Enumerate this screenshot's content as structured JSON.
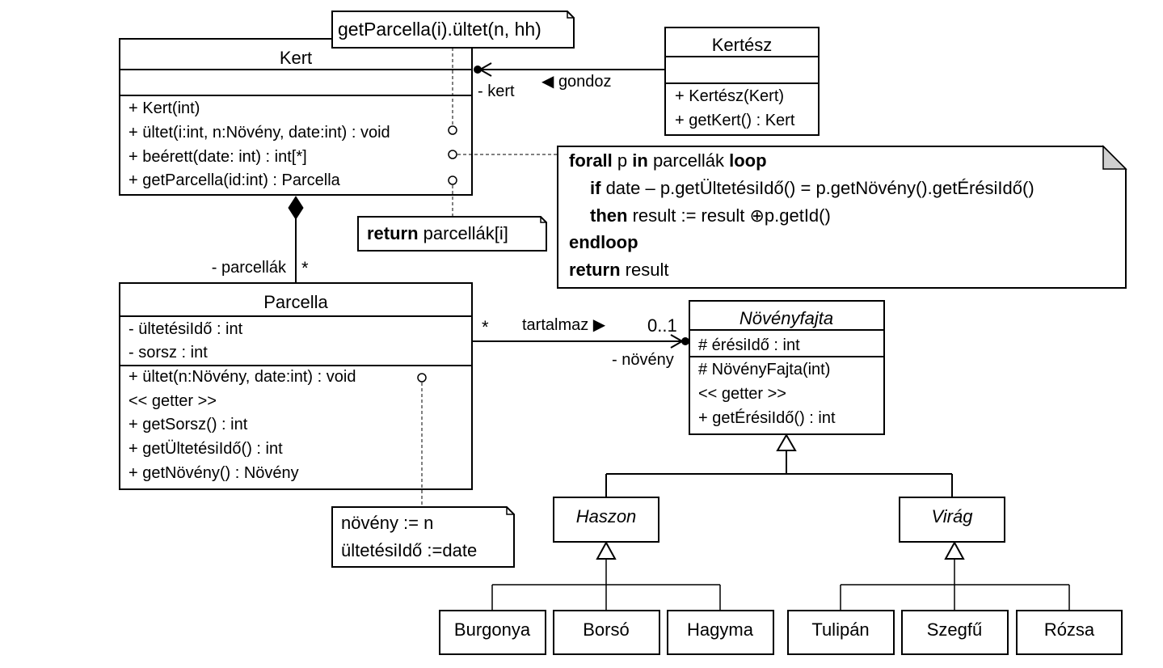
{
  "classes": {
    "kert": {
      "name": "Kert",
      "methods": [
        "+ Kert(int)",
        "+ ültet(i:int, n:Növény, date:int) : void",
        "+ beérett(date: int) : int[*]",
        "+ getParcella(id:int) : Parcella"
      ]
    },
    "kertesz": {
      "name": "Kertész",
      "methods": [
        "+ Kertész(Kert)",
        "+ getKert() : Kert"
      ]
    },
    "parcella": {
      "name": "Parcella",
      "attributes": [
        "- ültetésiIdő : int",
        "- sorsz : int"
      ],
      "methods": [
        "+ ültet(n:Növény, date:int) : void",
        "<< getter >>",
        "+ getSorsz() : int",
        "+ getÜltetésiIdő() : int",
        "+ getNövény() : Növény"
      ]
    },
    "novenyfajta": {
      "name": "Növényfajta",
      "attributes": [
        "# érésiIdő : int"
      ],
      "methods": [
        "# NövényFajta(int)",
        "<< getter >>",
        "+ getÉrésiIdő() : int"
      ]
    },
    "haszon": {
      "name": "Haszon"
    },
    "virag": {
      "name": "Virág"
    },
    "burgonya": {
      "name": "Burgonya"
    },
    "borso": {
      "name": "Borsó"
    },
    "hagyma": {
      "name": "Hagyma"
    },
    "tulipan": {
      "name": "Tulipán"
    },
    "szegfu": {
      "name": "Szegfű"
    },
    "rozsa": {
      "name": "Rózsa"
    }
  },
  "notes": {
    "getparcella_ultet": "getParcella(i).ültet(n, hh)",
    "return_kw": "return",
    "return_rest": " parcellák[i]",
    "noveny_line1": "növény := n",
    "noveny_line2": "ültetésiIdő :=date",
    "algo": {
      "l1_kw1": "forall",
      "l1_mid": " p ",
      "l1_kw2": "in",
      "l1_mid2": " parcellák ",
      "l1_kw3": "loop",
      "l2_kw": "if",
      "l2_rest": " date – p.getÜltetésiIdő() = p.getNövény().getÉrésiIdő()",
      "l3_kw": "then",
      "l3_rest": " result := result ⊕p.getId()",
      "l4_kw": "endloop",
      "l5_kw": "return",
      "l5_rest": " result"
    }
  },
  "associations": {
    "gondoz": "◀ gondoz",
    "kert_role": "- kert",
    "parcellak_role": "- parcellák",
    "parcellak_mult": "*",
    "tartalmaz": "tartalmaz ▶",
    "tartalmaz_mult_left": "*",
    "tartalmaz_mult_right": "0..1",
    "noveny_role": "- növény"
  }
}
